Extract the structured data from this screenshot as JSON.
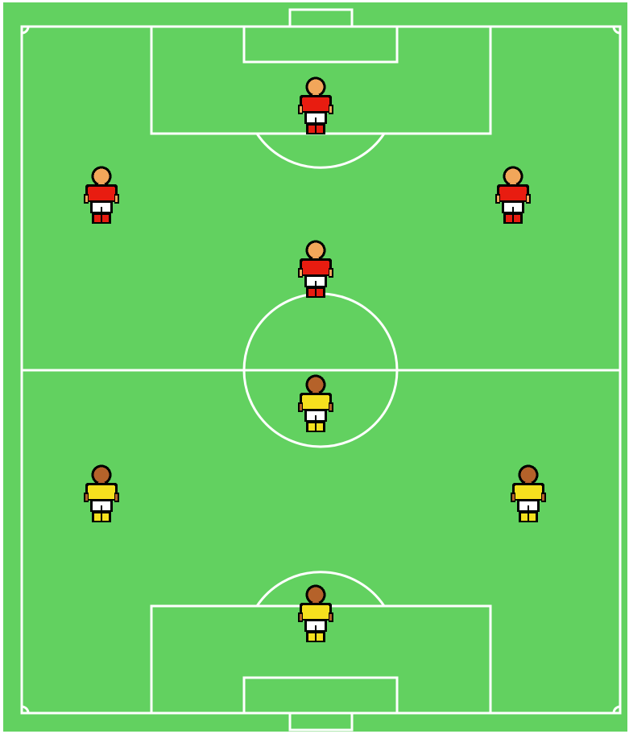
{
  "colors": {
    "pitch": "#62d160",
    "lines": "#ffffff",
    "outline": "#000000",
    "shorts": "#ffffff",
    "team_red_shirt": "#e81c10",
    "team_red_skin": "#f2a65a",
    "team_yellow_shirt": "#f6e01e",
    "team_yellow_skin": "#b5622a"
  },
  "teams": [
    {
      "id": "red",
      "shirt_color": "#e81c10",
      "skin_color": "#f2a65a",
      "players": [
        {
          "role": "goalkeeper"
        },
        {
          "role": "left-defender"
        },
        {
          "role": "right-defender"
        },
        {
          "role": "forward"
        }
      ]
    },
    {
      "id": "yellow",
      "shirt_color": "#f6e01e",
      "skin_color": "#b5622a",
      "players": [
        {
          "role": "forward"
        },
        {
          "role": "left-defender"
        },
        {
          "role": "right-defender"
        },
        {
          "role": "goalkeeper"
        }
      ]
    }
  ]
}
